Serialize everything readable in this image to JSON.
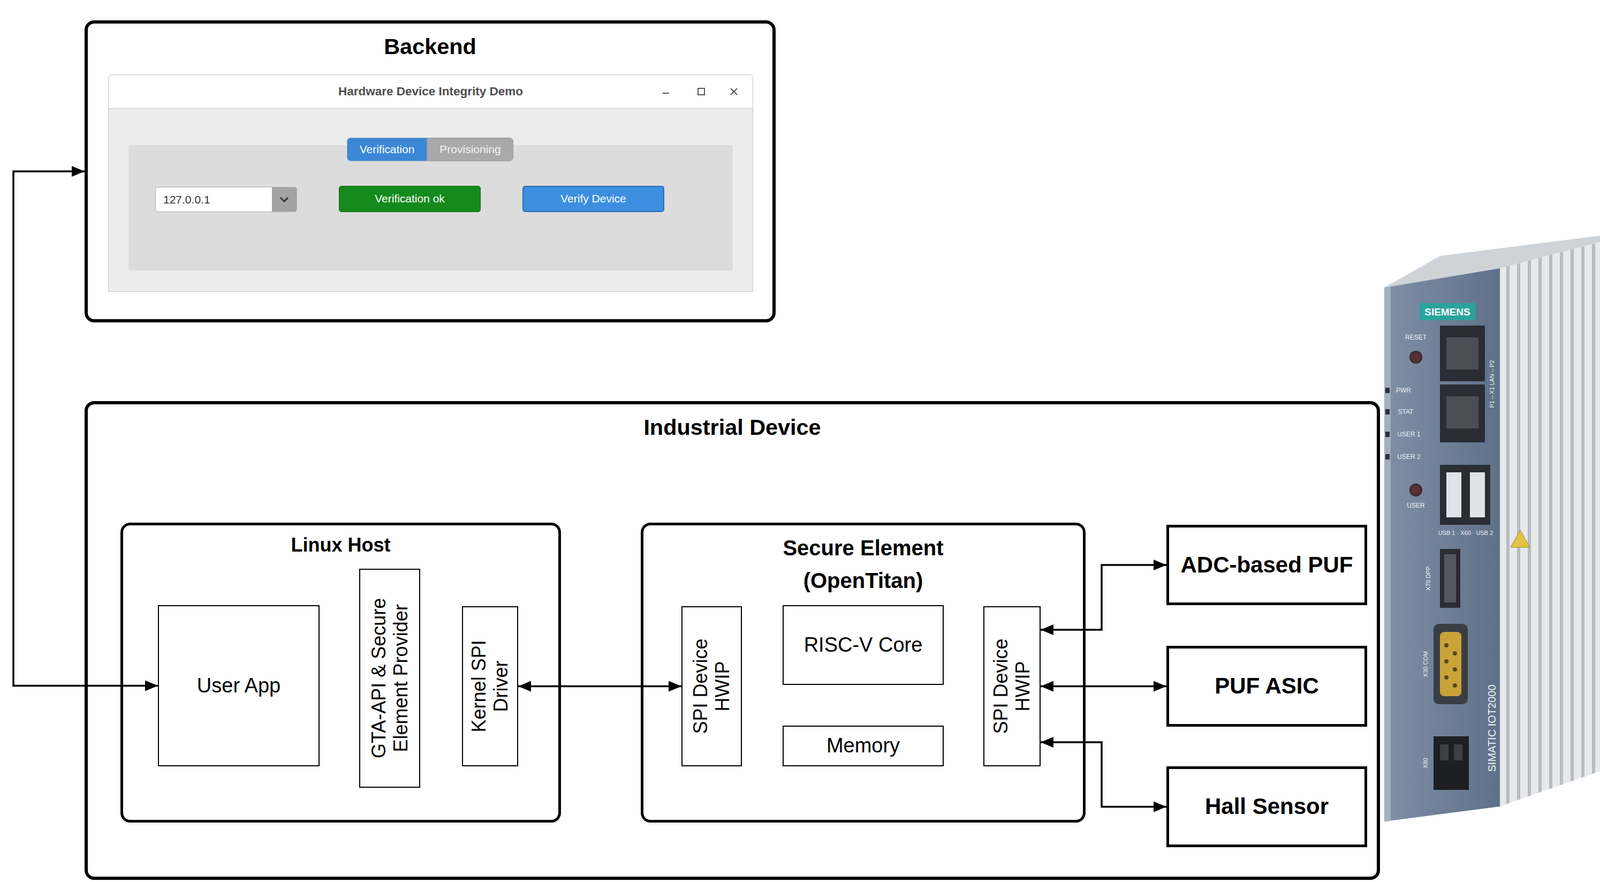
{
  "diagram": {
    "nodes": [
      {
        "text": [
          "Backend"
        ]
      },
      {
        "text": [
          "Hardware Device Integrity Demo"
        ],
        "in": 0
      },
      {
        "text": [
          "Verification"
        ],
        "in": 1
      },
      {
        "text": [
          "Provisioning"
        ],
        "in": 1
      },
      {
        "text": [
          "127.0.0.1"
        ],
        "in": 1
      },
      {
        "text": [
          "Verification ok"
        ],
        "in": 1
      },
      {
        "text": [
          "Verify Device"
        ],
        "in": 1
      },
      {
        "text": [
          "Industrial Device"
        ]
      },
      {
        "text": [
          "Linux Host"
        ],
        "in": 7
      },
      {
        "text": [
          "User App"
        ],
        "in": 8
      },
      {
        "text": [
          "GTA-API & Secure Element Provider"
        ],
        "in": 8
      },
      {
        "text": [
          "Kernel SPI Driver"
        ],
        "in": 8
      },
      {
        "text": [
          "Secure Element (OpenTitan)"
        ],
        "in": 7
      },
      {
        "text": [
          "SPI Device HWIP"
        ],
        "in": 12
      },
      {
        "text": [
          "RISC-V Core"
        ],
        "in": 12
      },
      {
        "text": [
          "Memory"
        ],
        "in": 12
      },
      {
        "text": [
          "SPI Device HWIP"
        ],
        "in": 12
      },
      {
        "text": [
          "ADC-based PUF"
        ],
        "in": 7
      },
      {
        "text": [
          "PUF ASIC"
        ],
        "in": 7
      },
      {
        "text": [
          "Hall Sensor"
        ],
        "in": 7
      }
    ],
    "edges": [
      {
        "from": 9,
        "to": 0,
        "arrow": "both"
      },
      {
        "from": 11,
        "to": 13,
        "arrow": "both"
      },
      {
        "from": 16,
        "to": 17,
        "arrow": "both"
      },
      {
        "from": 16,
        "to": 18,
        "arrow": "both"
      },
      {
        "from": 16,
        "to": 19,
        "arrow": "both"
      }
    ],
    "labels": [
      "SIEMENS",
      "RESET",
      "PWR",
      "STAT",
      "USER 1",
      "USER 2",
      "USER",
      "P1 – X1 LAN – P2",
      "USB 1 · X60 · USB 2",
      "X70 DPP",
      "X30 COM",
      "X80",
      "SIMATIC IOT2000"
    ]
  }
}
